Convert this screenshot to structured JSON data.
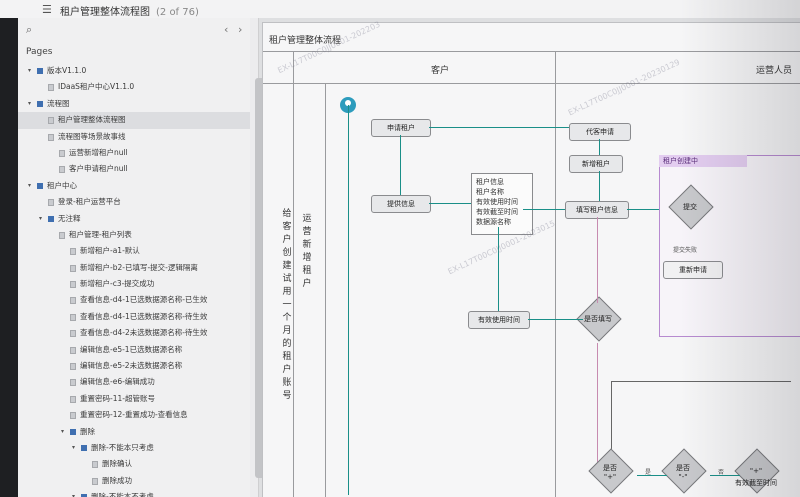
{
  "topbar": {
    "title": "租户管理整体流程图",
    "page_count": "(2 of 76)"
  },
  "sidebar": {
    "pages_label": "Pages",
    "items": [
      {
        "label": "版本V1.1.0",
        "type": "folder",
        "depth": 0
      },
      {
        "label": "IDaaS租户中心V1.1.0",
        "type": "page",
        "depth": 1
      },
      {
        "label": "流程图",
        "type": "folder",
        "depth": 0
      },
      {
        "label": "租户管理整体流程图",
        "type": "page",
        "depth": 1,
        "selected": true
      },
      {
        "label": "流程图等场景故事线",
        "type": "page",
        "depth": 1
      },
      {
        "label": "运营新增租户null",
        "type": "page",
        "depth": 2
      },
      {
        "label": "客户申请租户null",
        "type": "page",
        "depth": 2
      },
      {
        "label": "租户中心",
        "type": "folder",
        "depth": 0
      },
      {
        "label": "登录-租户运营平台",
        "type": "page",
        "depth": 1
      },
      {
        "label": "无注释",
        "type": "folder",
        "depth": 1
      },
      {
        "label": "租户管理-租户列表",
        "type": "page",
        "depth": 2
      },
      {
        "label": "新增租户-a1-默认",
        "type": "page",
        "depth": 3
      },
      {
        "label": "新增租户-b2-已填写-提交-逻辑隔离",
        "type": "page",
        "depth": 3
      },
      {
        "label": "新增租户-c3-提交成功",
        "type": "page",
        "depth": 3
      },
      {
        "label": "查看信息-d4-1已选数据源名称-已生效",
        "type": "page",
        "depth": 3
      },
      {
        "label": "查看信息-d4-1已选数据源名称-待生效",
        "type": "page",
        "depth": 3
      },
      {
        "label": "查看信息-d4-2未选数据源名称-待生效",
        "type": "page",
        "depth": 3
      },
      {
        "label": "编辑信息-e5-1已选数据源名称",
        "type": "page",
        "depth": 3
      },
      {
        "label": "编辑信息-e5-2未选数据源名称",
        "type": "page",
        "depth": 3
      },
      {
        "label": "编辑信息-e6-编辑成功",
        "type": "page",
        "depth": 3
      },
      {
        "label": "重置密码-11-超管账号",
        "type": "page",
        "depth": 3
      },
      {
        "label": "重置密码-12-重置成功-查看信息",
        "type": "page",
        "depth": 3
      },
      {
        "label": "删除",
        "type": "folder",
        "depth": 3
      },
      {
        "label": "删除-不能本只考虑",
        "type": "folder",
        "depth": 4
      },
      {
        "label": "删除确认",
        "type": "page",
        "depth": 5
      },
      {
        "label": "删除成功",
        "type": "page",
        "depth": 5
      },
      {
        "label": "删除-不能本不考虑",
        "type": "folder",
        "depth": 4
      }
    ]
  },
  "canvas": {
    "board_title": "租户管理整体流程",
    "lanes": {
      "customer": "客户",
      "ops": "运营人员"
    },
    "left_note": "给客户创建试用一个月的租户账号",
    "ops_note": "运营新增租户",
    "boxes": {
      "apply": "申请租户",
      "provide_info": "提供信息",
      "valid_time": "有效使用时间",
      "proxy_apply": "代客申请",
      "add_tenant": "新增租户",
      "fill_info": "填写租户信息",
      "reset_apply": "重新申请"
    },
    "doc_lines": [
      "租户信息",
      "租户名称",
      "有效使用时间",
      "有效截至时间",
      "数据源名称"
    ],
    "diamonds": {
      "filled": "是否填写",
      "submit": "提交",
      "yes_no_1": "是否",
      "yes_no_2": "是否",
      "last": "\"+\""
    },
    "diamond_subs": {
      "d1": "\"+\"",
      "d2": "\"-\"",
      "d3": "有效截至时间"
    },
    "small_texts": {
      "submit_fail": "提交失败",
      "yes": "是",
      "no": "否"
    },
    "pink_frame_title": "租户创建中",
    "watermarks": [
      "EX-L17T00C0JJ0001-202203",
      "EX-L17T00C0JJ0001-20230129",
      "EX-L17T00C0JJ0001-2023015"
    ]
  }
}
